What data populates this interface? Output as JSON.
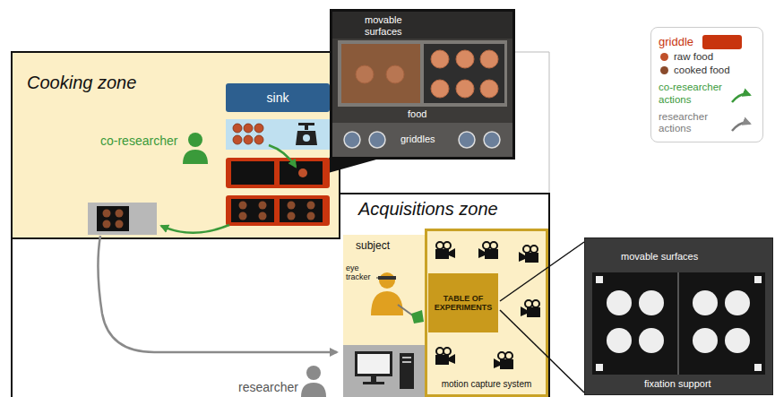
{
  "diagram": {
    "nodes": [
      {
        "text": [
          "Cooking zone"
        ]
      },
      {
        "text": [
          "sink"
        ],
        "in": 0
      },
      {
        "text": [
          "Acquisitions zone"
        ]
      },
      {
        "text": [
          "subject",
          "eye tracker"
        ],
        "in": 2
      },
      {
        "text": [
          "motion capture system"
        ],
        "in": 2
      },
      {
        "text": [
          "TABLE OF EXPERIMENTS"
        ],
        "in": 4
      },
      {
        "text": [
          "movable surfaces",
          "food",
          "griddles"
        ]
      },
      {
        "text": [
          "movable surfaces",
          "fixation support"
        ]
      }
    ],
    "labels": [
      "co-researcher",
      "researcher"
    ],
    "legend": [
      {
        "text": "griddle",
        "color": "#c8350e"
      },
      {
        "text": "raw food",
        "color": "#c0502a"
      },
      {
        "text": "cooked food",
        "color": "#8a4b2c"
      },
      {
        "text": "co-researcher actions"
      },
      {
        "text": "researcher actions"
      }
    ]
  }
}
